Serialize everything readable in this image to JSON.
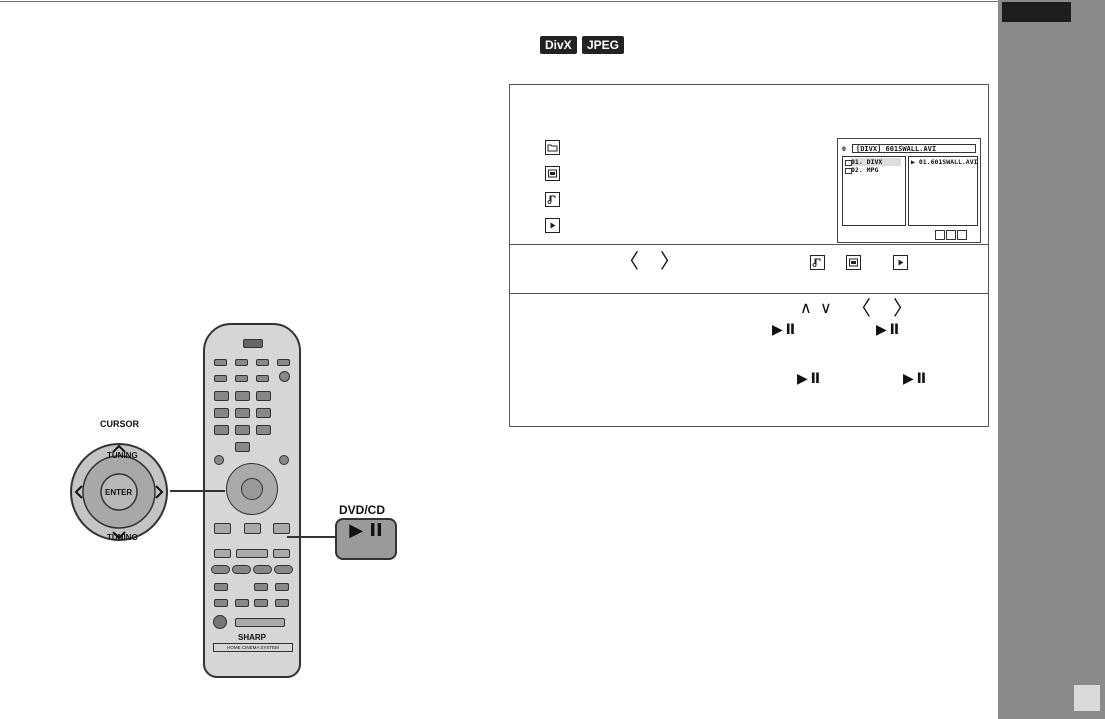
{
  "badges": {
    "divx": "DivX",
    "jpeg": "JPEG"
  },
  "file_screen": {
    "title": "[DIVX] 601SWALL.AVI",
    "index": "0",
    "folders": [
      "01. DIVX",
      "02. MPG"
    ],
    "files": [
      "▶ 01.601SWALL.AVI"
    ]
  },
  "remote": {
    "brand": "SHARP",
    "model": "HOME CINEMA SYSTEM",
    "cursor_label": "CURSOR",
    "tuning_top": "TUNING",
    "tuning_bottom": "TUNING",
    "enter_label": "ENTER",
    "dvd_cd_label": "DVD/CD"
  },
  "glyphs": {
    "lt": "〈",
    "gt": "〉",
    "up": "∧",
    "down": "∨",
    "play_pause": "▶ II"
  },
  "colors": {
    "sidebar": "#8a8a8a",
    "tab": "#1e1e1e",
    "panel_border": "#555555"
  }
}
